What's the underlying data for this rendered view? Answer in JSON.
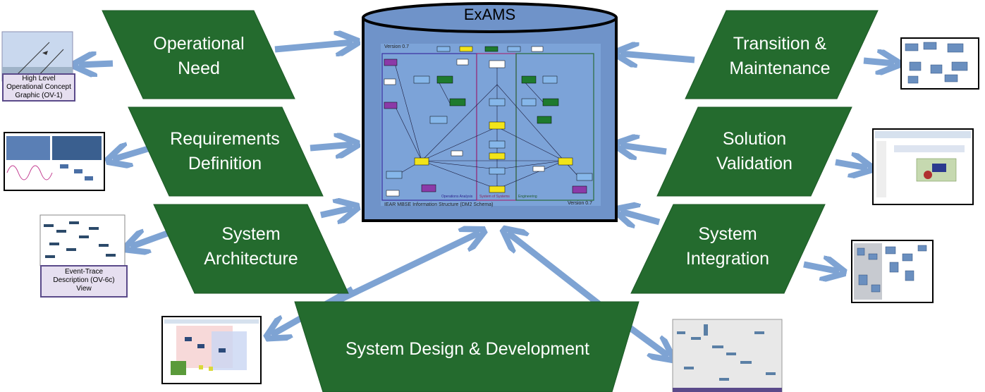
{
  "center": {
    "title": "ExAMS",
    "version_top": "Version 0.7",
    "version_bottom": "Version 0.7",
    "schema_caption": "IEAR MBSE Information Structure (DM2 Schema)",
    "panel_labels": [
      "Operations Analysis",
      "System of Systems",
      "Engineering"
    ]
  },
  "processes": [
    {
      "id": "operational-need",
      "lines": [
        "Operational",
        "Need"
      ]
    },
    {
      "id": "requirements-definition",
      "lines": [
        "Requirements",
        "Definition"
      ]
    },
    {
      "id": "system-architecture",
      "lines": [
        "System",
        "Architecture"
      ]
    },
    {
      "id": "transition-maintenance",
      "lines": [
        "Transition &",
        "Maintenance"
      ]
    },
    {
      "id": "solution-validation",
      "lines": [
        "Solution",
        "Validation"
      ]
    },
    {
      "id": "system-integration",
      "lines": [
        "System",
        "Integration"
      ]
    },
    {
      "id": "system-design-development",
      "lines": [
        "System Design & Development"
      ]
    }
  ],
  "captions": {
    "ov1": [
      "High Level",
      "Operational Concept",
      "Graphic (OV-1)"
    ],
    "ov6c": [
      "Event-Trace",
      "Description (OV-6c)",
      "View"
    ]
  },
  "colors": {
    "process_fill": "#246b2e",
    "arrow": "#7ea3d3",
    "db_fill": "#6f93c9",
    "db_border": "#000000"
  }
}
